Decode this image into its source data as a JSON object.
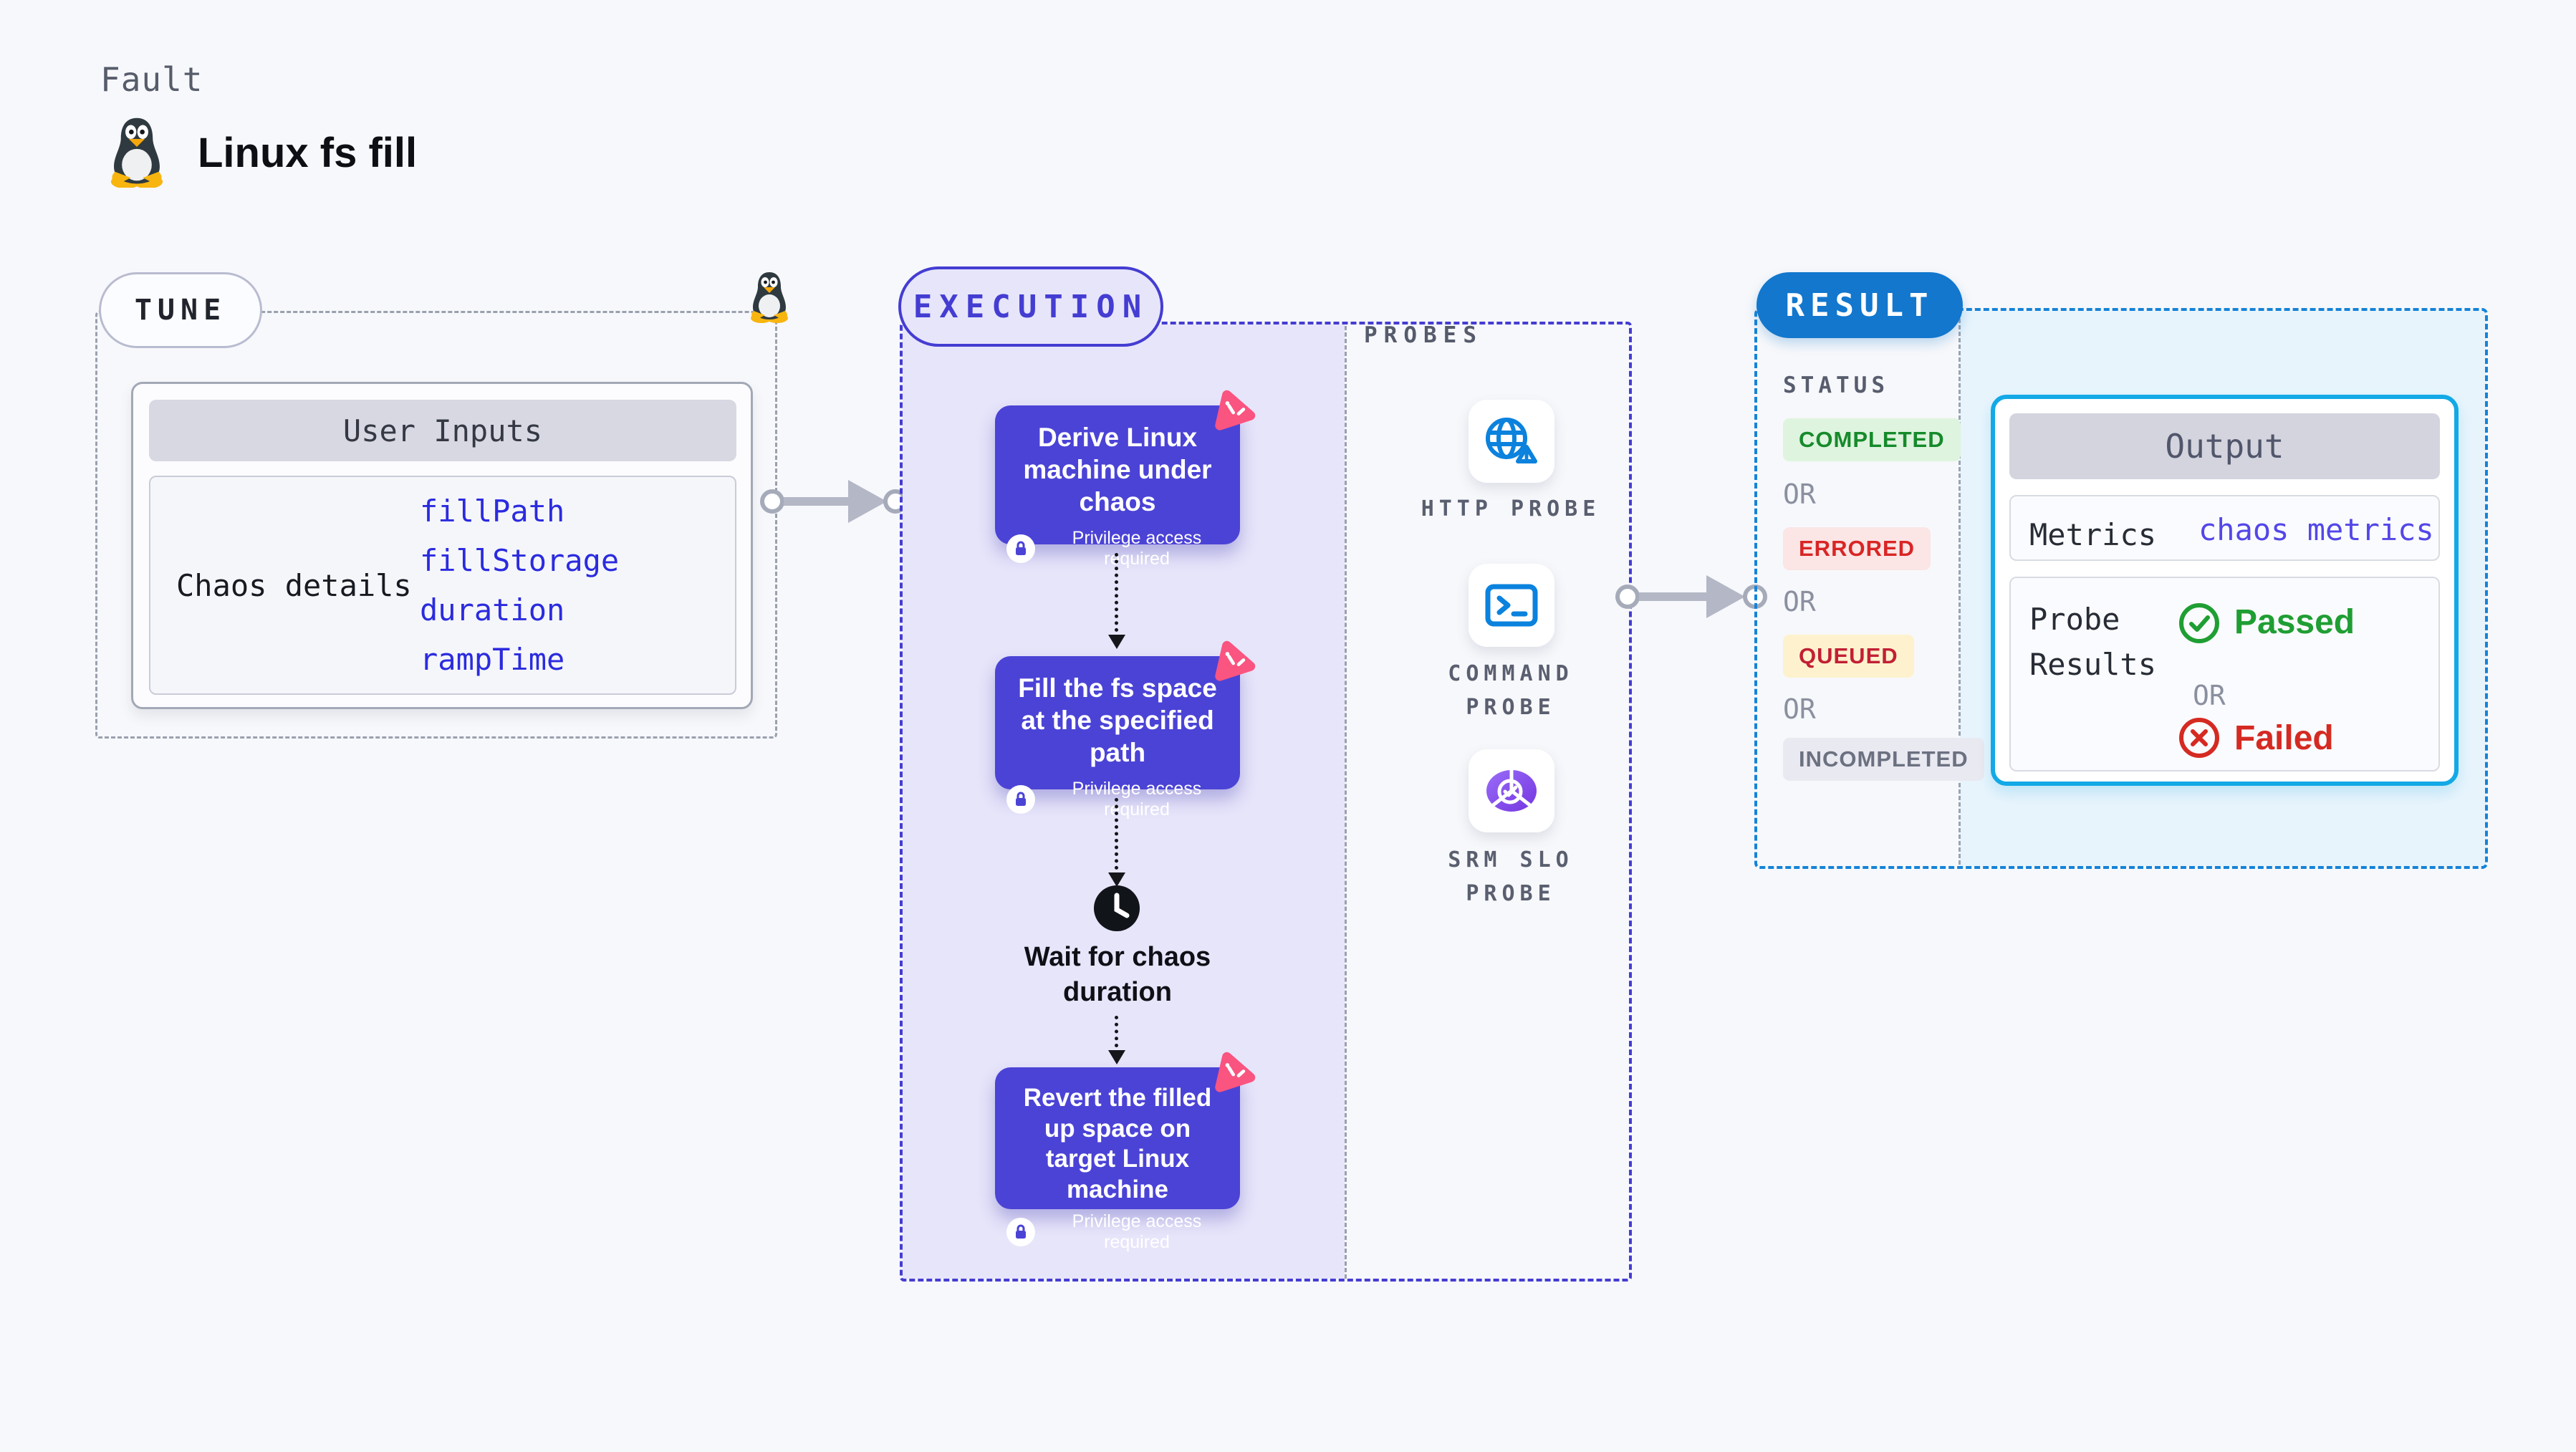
{
  "colors": {
    "page_bg": "#f7f8fb",
    "accent_indigo": "#4b43d6",
    "lavender": "#e7e5fa",
    "link_blue": "#2b2bdf",
    "probe_blue": "#0b82dd",
    "chaos_pink": "#fa5480",
    "result_blue": "#1277cd",
    "output_cyan": "#12a9e6",
    "passed_green": "#1f9e33",
    "failed_red": "#d52a22"
  },
  "header": {
    "eyebrow": "Fault",
    "title": "Linux fs fill",
    "icon": "tux-penguin-icon"
  },
  "tune": {
    "label": "TUNE",
    "corner_icon": "tux-penguin-icon",
    "user_inputs_header": "User Inputs",
    "row_label": "Chaos details",
    "inputs": [
      "fillPath",
      "fillStorage",
      "duration",
      "rampTime"
    ]
  },
  "execution": {
    "label": "EXECUTION",
    "privilege_note": "Privilege access required",
    "privilege_icon": "lock-icon",
    "step_corner_icon": "chaos-hazard-icon",
    "steps": [
      "Derive Linux machine under chaos",
      "Fill the fs space at the specified path",
      "Revert the filled up space on target Linux machine"
    ],
    "wait_icon": "clock-icon",
    "wait_label": "Wait for chaos duration"
  },
  "probes": {
    "label": "PROBES",
    "items": [
      {
        "label": "HTTP PROBE",
        "icon": "globe-alert-icon"
      },
      {
        "label": "COMMAND PROBE",
        "icon": "terminal-icon"
      },
      {
        "label": "SRM SLO PROBE",
        "icon": "slo-pie-check-icon"
      }
    ]
  },
  "result": {
    "label": "RESULT",
    "status_title": "STATUS",
    "or_label": "OR",
    "statuses": [
      {
        "label": "COMPLETED",
        "bg": "#def4de",
        "color": "#168a2b"
      },
      {
        "label": "ERRORED",
        "bg": "#fbe5e5",
        "color": "#d92525"
      },
      {
        "label": "QUEUED",
        "bg": "#fdf2cd",
        "color": "#c21f35"
      },
      {
        "label": "INCOMPLETED",
        "bg": "#e9e9f1",
        "color": "#6b7180"
      }
    ],
    "output": {
      "header": "Output",
      "metrics_label": "Metrics",
      "metrics_value": "chaos metrics",
      "probe_results_label": "Probe Results",
      "passed_label": "Passed",
      "passed_icon": "check-circle-icon",
      "failed_label": "Failed",
      "failed_icon": "x-circle-icon"
    }
  }
}
